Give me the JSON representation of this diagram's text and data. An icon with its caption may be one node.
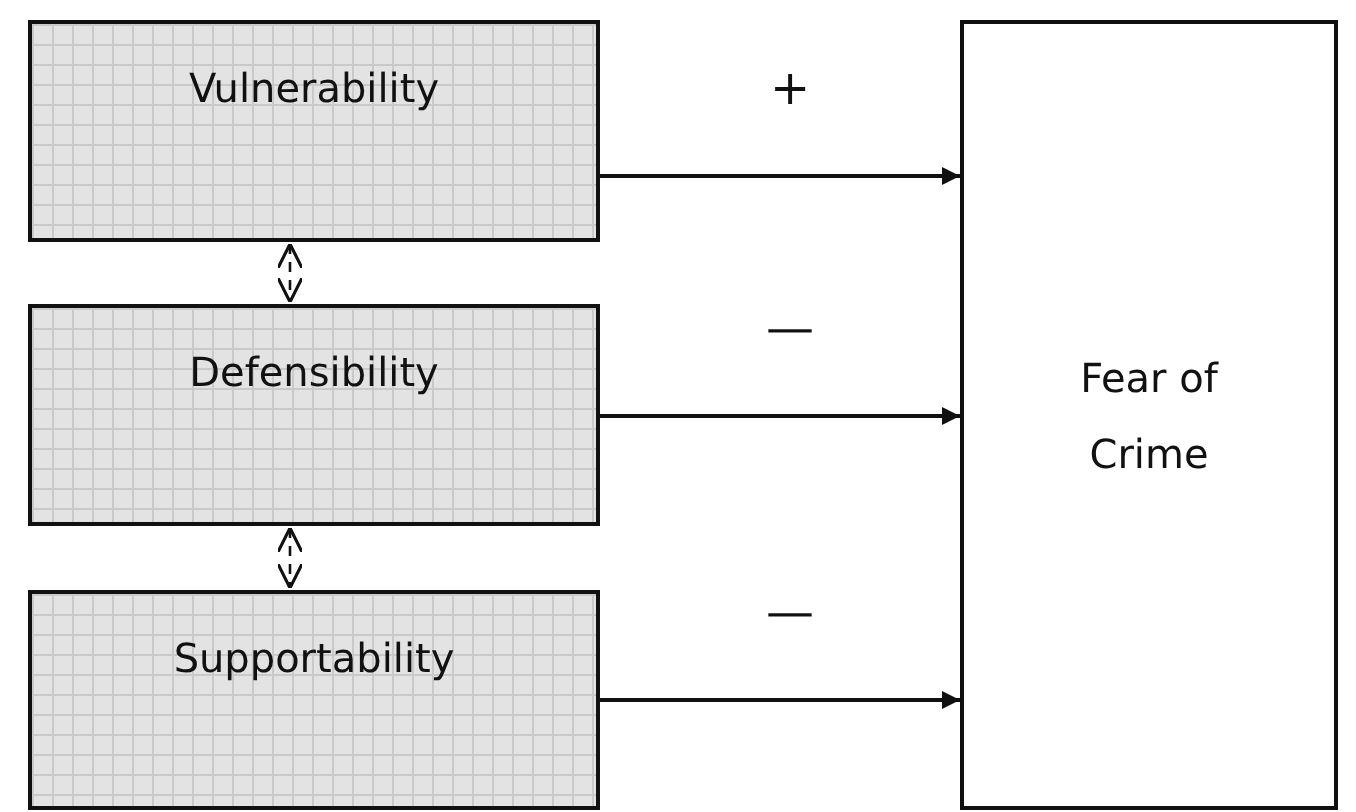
{
  "diagram": {
    "nodes": [
      {
        "text": [
          "Vulnerability"
        ]
      },
      {
        "text": [
          "Defensibility"
        ]
      },
      {
        "text": [
          "Supportability"
        ]
      },
      {
        "text": [
          "Fear of Crime"
        ]
      }
    ],
    "edges": [
      {
        "from": 0,
        "to": 3,
        "arrow": "to",
        "label": "+"
      },
      {
        "from": 1,
        "to": 3,
        "arrow": "to",
        "label": "—"
      },
      {
        "from": 2,
        "to": 3,
        "arrow": "to",
        "label": "—"
      },
      {
        "from": 0,
        "to": 1,
        "arrow": "both",
        "style": "dashed"
      },
      {
        "from": 1,
        "to": 2,
        "arrow": "both",
        "style": "dashed"
      }
    ]
  }
}
